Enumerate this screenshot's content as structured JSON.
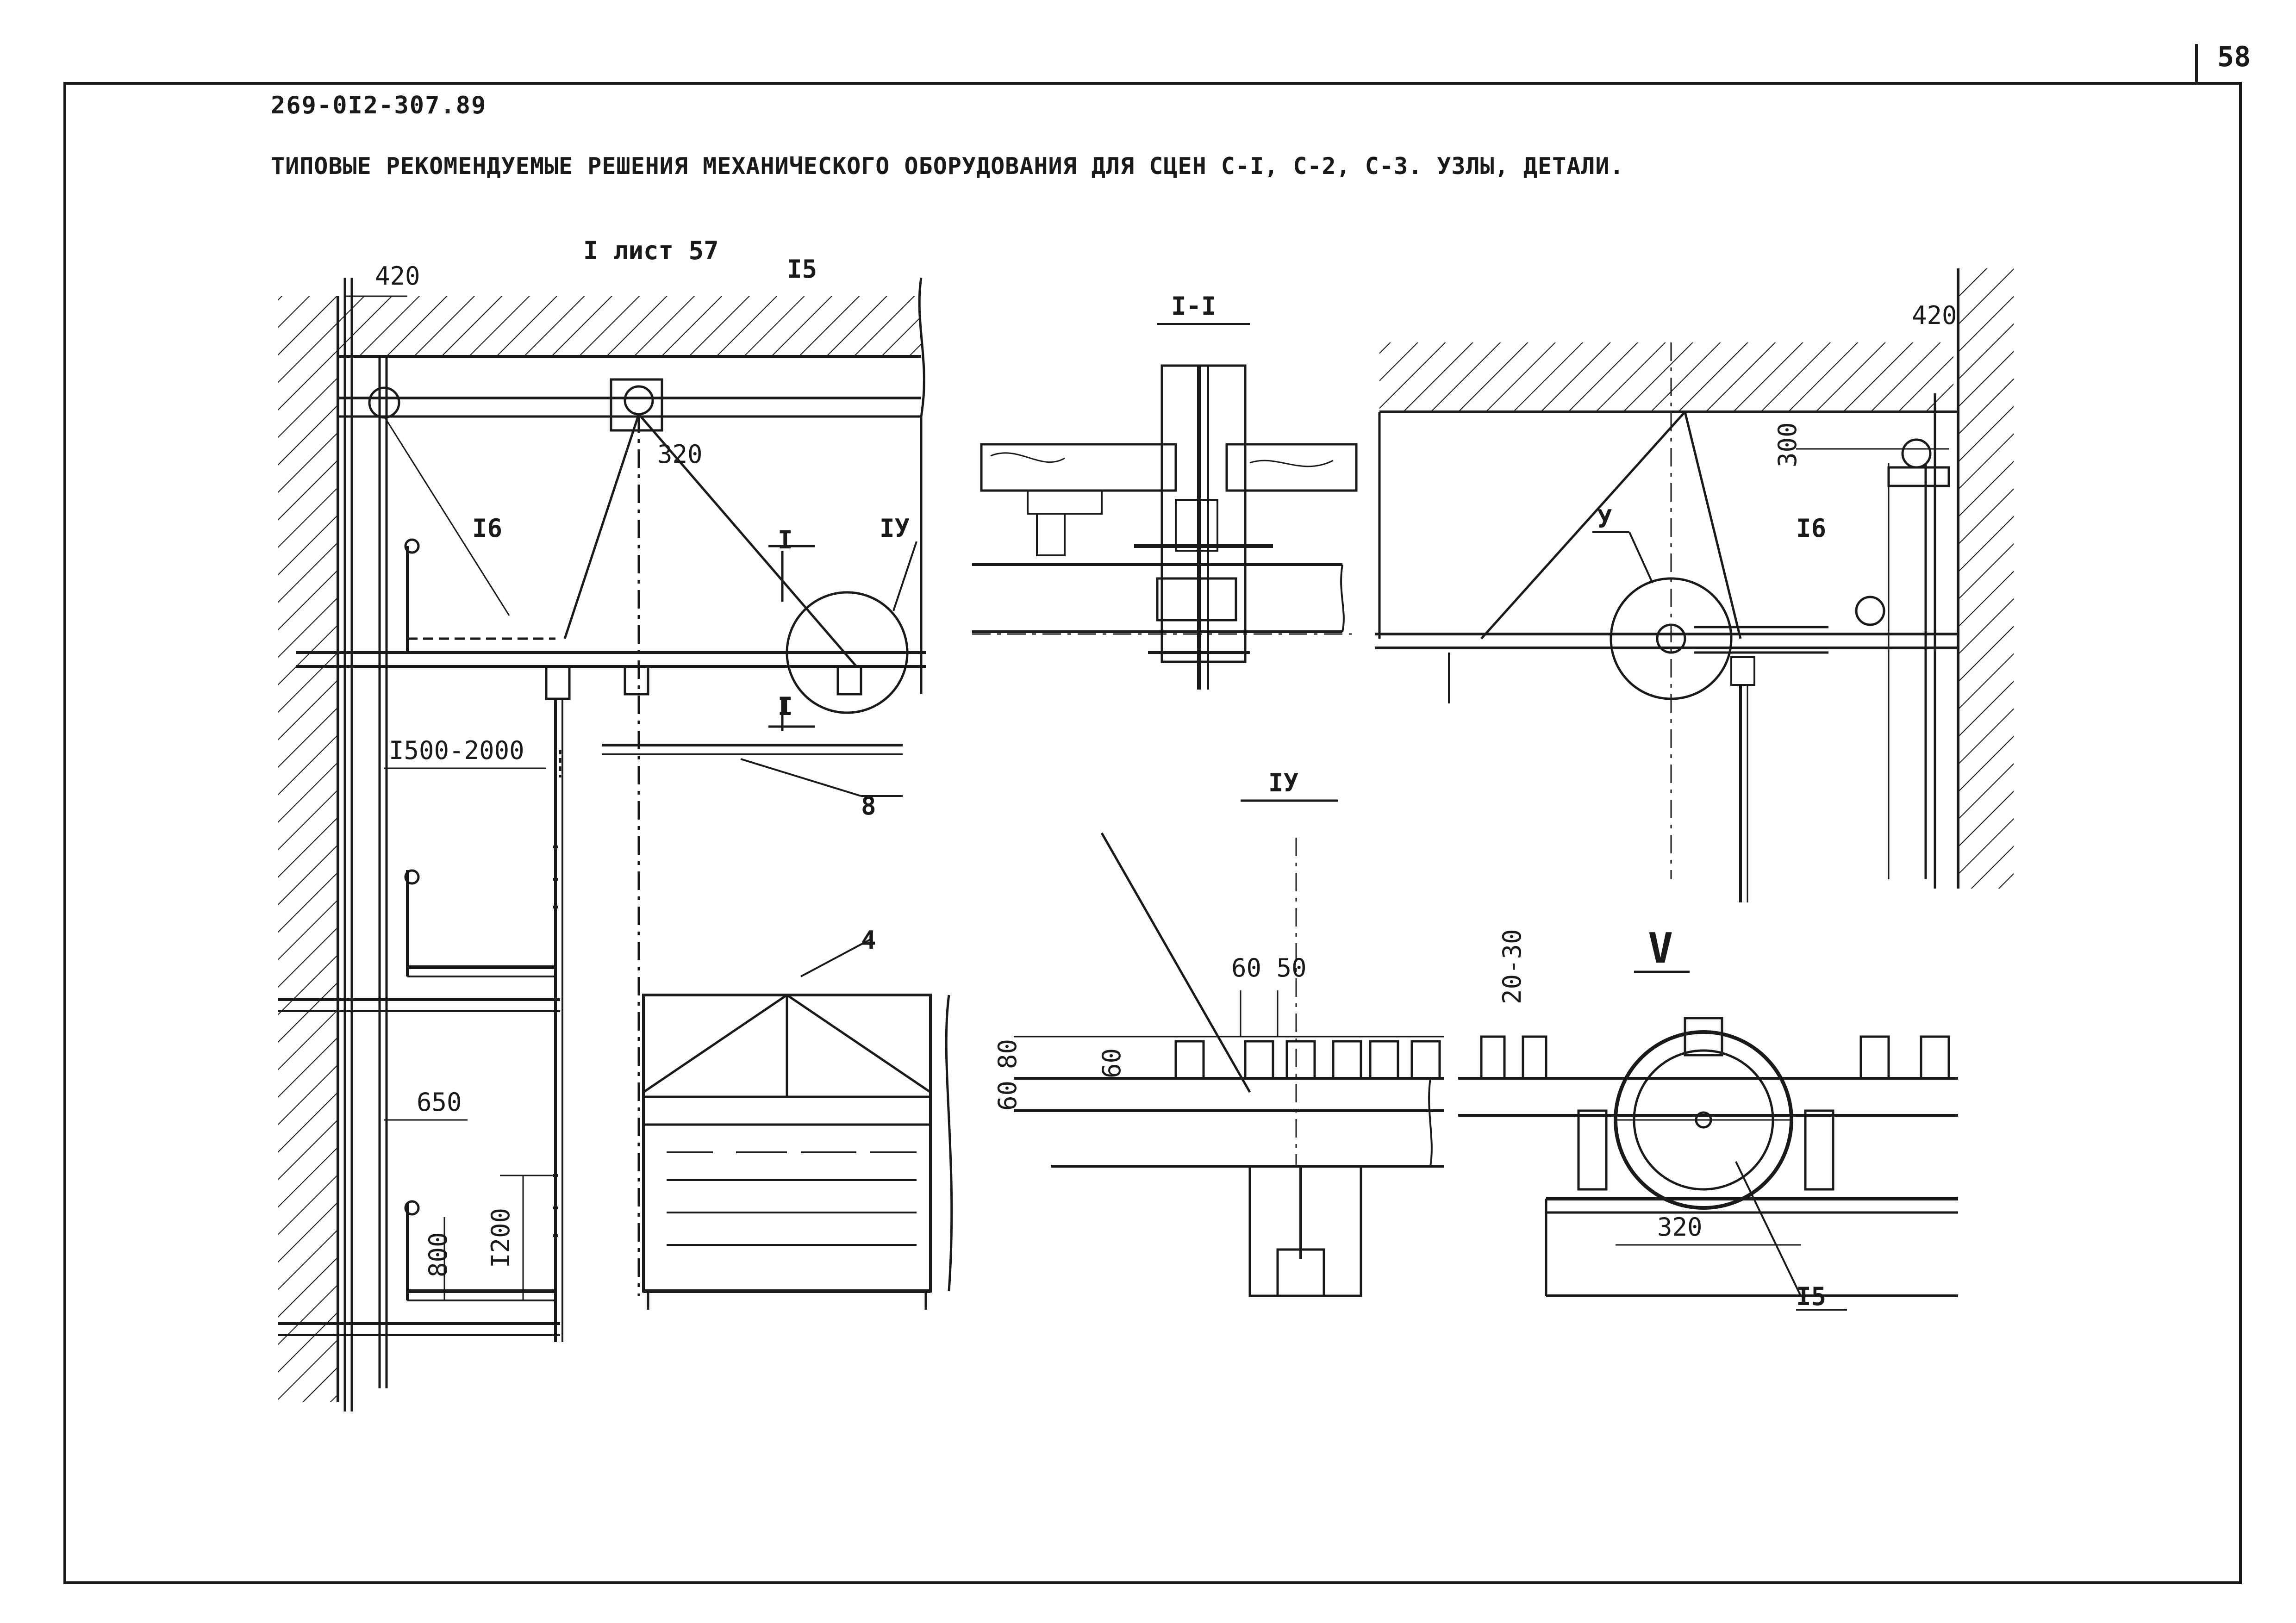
{
  "sheet": {
    "page_number": "58",
    "document_code": "269-0I2-307.89",
    "title": "ТИПОВЫЕ РЕКОМЕНДУЕМЫЕ РЕШЕНИЯ МЕХАНИЧЕСКОГО ОБОРУДОВАНИЯ ДЛЯ СЦЕН С-I, С-2, С-3. УЗЛЫ, ДЕТАЛИ."
  },
  "views": {
    "main_reference": "I лист 57",
    "section_I_I": "I-I",
    "detail_IV": "IУ",
    "detail_V": "V"
  },
  "labels": {
    "pos_15": "I5",
    "pos_16": "I6",
    "pos_8": "8",
    "pos_4": "4",
    "section_mark": "I",
    "detail_IV_ref": "IУ",
    "detail_V_ref": "У"
  },
  "dimensions": {
    "d420": "420",
    "d320": "320",
    "d1500_2000": "I500-2000",
    "d650": "650",
    "d1200": "I200",
    "d800": "800",
    "d300": "300",
    "d60_50": "60 50",
    "d20_30": "20-30",
    "d60": "60",
    "d80": "80"
  }
}
